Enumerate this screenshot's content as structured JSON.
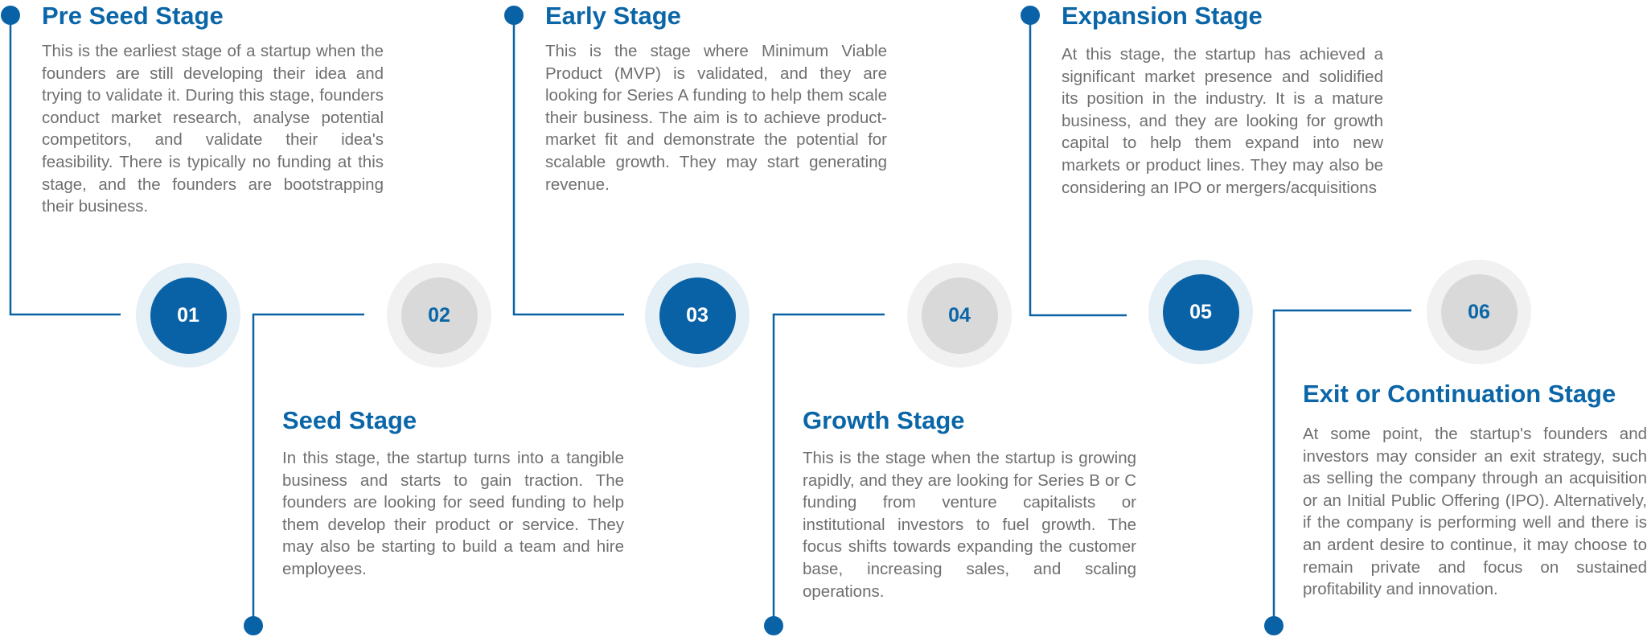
{
  "stages": [
    {
      "number": "01",
      "title": "Pre Seed Stage",
      "description": "This is the earliest stage of a startup when the founders are still developing their idea and trying to validate it. During this stage, founders conduct market research, analyse potential competitors, and validate their idea's feasibility. There is typically no funding at this stage, and the founders are bootstrapping their business."
    },
    {
      "number": "02",
      "title": "Seed Stage",
      "description": "In this stage, the startup turns into a tangible business and starts to gain traction. The founders are looking for seed funding to help them develop their product or service. They may also be starting to build a team and hire employees."
    },
    {
      "number": "03",
      "title": "Early Stage",
      "description": "This is the stage where Minimum Viable Product (MVP) is validated, and they are looking for Series A funding to help them scale their business. The aim is to achieve product-market fit and demonstrate the potential for scalable growth. They may start generating revenue."
    },
    {
      "number": "04",
      "title": "Growth Stage",
      "description": "This is the stage when the startup is growing rapidly, and they are looking for Series B or C funding from venture capitalists or institutional investors to fuel growth. The focus shifts towards expanding the customer base, increasing sales, and scaling operations."
    },
    {
      "number": "05",
      "title": "Expansion Stage",
      "description": "At this stage, the startup has achieved a significant market presence and solidified its position in the industry. It is a mature business, and they are looking for growth capital to help them expand into new markets or product lines. They may also be considering an IPO or mergers/acquisitions"
    },
    {
      "number": "06",
      "title": "Exit or Continuation Stage",
      "description": "At some point, the startup's founders and investors may consider an exit strategy, such as selling the company through an acquisition or an Initial Public Offering (IPO). Alternatively, if the company is performing well and there is an ardent desire to continue, it may choose to remain private and focus on sustained profitability and innovation."
    }
  ],
  "colors": {
    "accent": "#0a62a6",
    "title": "#0b66a8",
    "body_text": "#6f6f6f",
    "inactive_circle": "#d9d9d9",
    "active_ring": "#e5eff6",
    "inactive_ring": "#f1f1f1"
  }
}
